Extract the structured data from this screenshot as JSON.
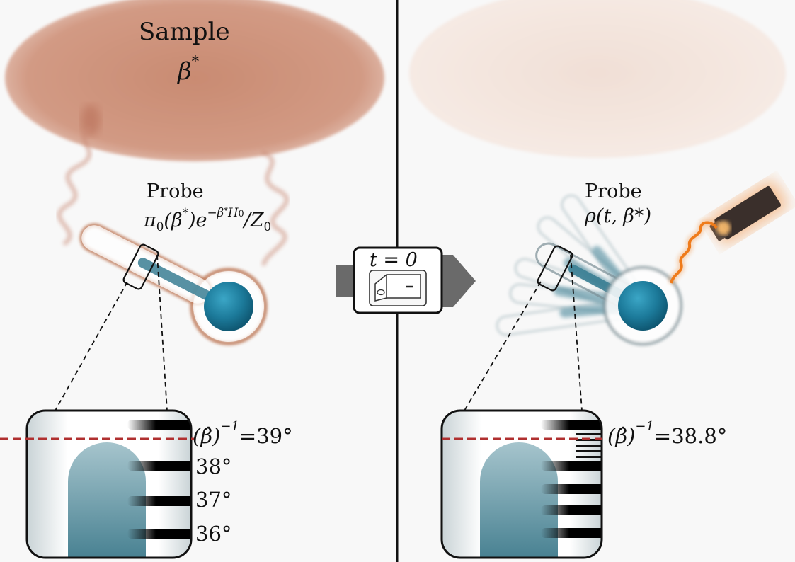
{
  "sample": {
    "title": "Sample",
    "beta_base": "β",
    "beta_sup": "*"
  },
  "left_probe": {
    "title": "Probe",
    "state": {
      "p1": "π",
      "p1_sub": "0",
      "p2": "(β",
      "p2_sup": "*",
      "p3": ")e",
      "exp_a": "−β",
      "exp_b": "*",
      "exp_c": "H",
      "exp_d": "0",
      "p4": "/Z",
      "p4_sub": "0"
    }
  },
  "right_probe": {
    "title": "Probe",
    "state": "ρ(t, β*)"
  },
  "switch_box": {
    "label": "t = 0"
  },
  "left_readout": {
    "estimate_base": "(β̂)",
    "estimate_sup": "−1",
    "estimate_value": "=39°",
    "ticks": [
      "38°",
      "37°",
      "36°"
    ]
  },
  "right_readout": {
    "estimate_base": "(β̂)",
    "estimate_sup": "−1",
    "estimate_value": "=38.8°"
  },
  "colors": {
    "sample": "#c4826a",
    "probe_fill": "#1f7fa0",
    "probe_halo": "#b5663f",
    "drive": "#ef7b1a",
    "dashed_red": "#b03030",
    "arrow": "#666666",
    "background": "#f8f8f8"
  }
}
